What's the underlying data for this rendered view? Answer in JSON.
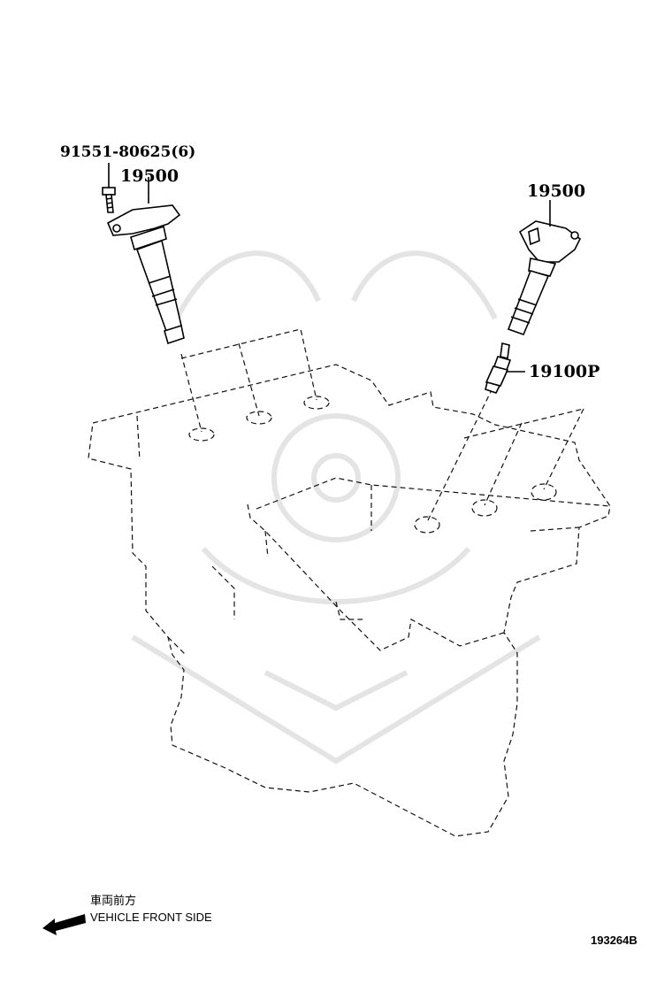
{
  "callouts": {
    "bolt": "91551-80625(6)",
    "coil_left": "19500",
    "coil_right": "19500",
    "spark_plug": "19100P"
  },
  "direction": {
    "japanese": "車両前方",
    "english": "VEHICLE FRONT SIDE"
  },
  "figure_code": "193264B"
}
